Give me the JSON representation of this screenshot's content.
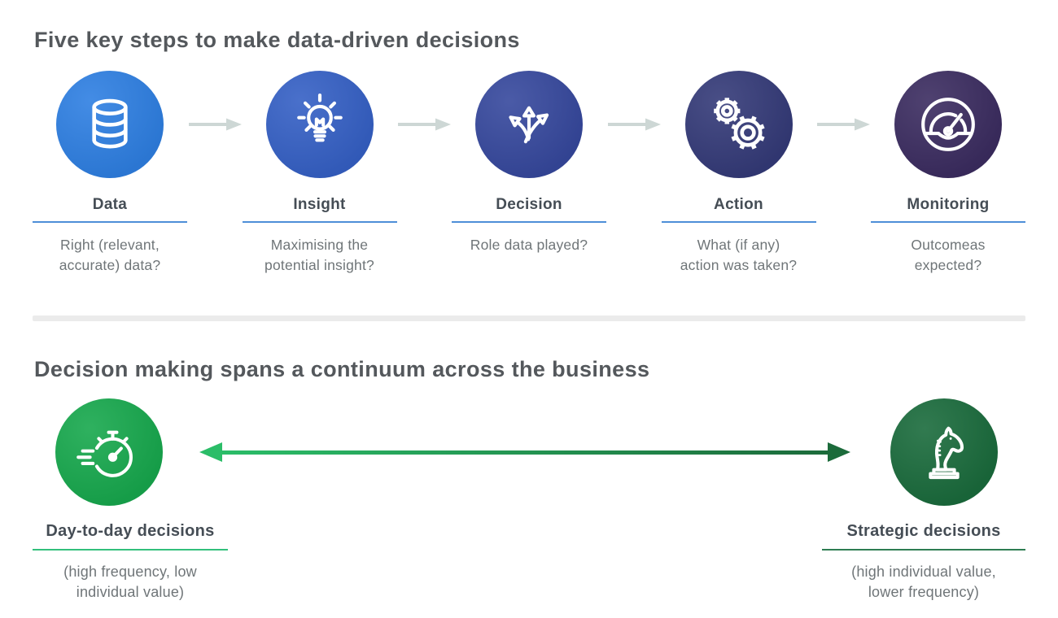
{
  "colors": {
    "background": "#FFFFFF",
    "title": "#54585C",
    "label": "#454D55",
    "description": "#6F7578",
    "connector": "#CDD7D5",
    "divider": "#EBEBEB",
    "step_underline": "#4E8FD8"
  },
  "section1": {
    "title": "Five key steps to make data-driven decisions",
    "steps": [
      {
        "label": "Data",
        "icon": "database-icon",
        "circle_color": "#2E7FE2",
        "description": "Right (relevant,\naccurate) data?"
      },
      {
        "label": "Insight",
        "icon": "lightbulb-icon",
        "circle_color": "#3560C5",
        "description": "Maximising the\npotential insight?"
      },
      {
        "label": "Decision",
        "icon": "branching-arrows-icon",
        "circle_color": "#36489D",
        "description": "Role data played?"
      },
      {
        "label": "Action",
        "icon": "gears-icon",
        "circle_color": "#343A78",
        "description": "What (if any)\naction was taken?"
      },
      {
        "label": "Monitoring",
        "icon": "gauge-icon",
        "circle_color": "#3B2C60",
        "description": "Outcomeas\nexpected?"
      }
    ]
  },
  "section2": {
    "title": "Decision making spans a continuum across the business",
    "arrow_colors": [
      "#2BBD68",
      "#1C6B3B"
    ],
    "left": {
      "label": "Day-to-day decisions",
      "icon": "stopwatch-icon",
      "circle_color": "#17A84D",
      "underline_color": "#33C07C",
      "description": "(high frequency, low\nindividual value)"
    },
    "right": {
      "label": "Strategic decisions",
      "icon": "chess-knight-icon",
      "circle_color": "#1A6B3C",
      "underline_color": "#2E7D52",
      "description": "(high individual value,\nlower frequency)"
    }
  }
}
